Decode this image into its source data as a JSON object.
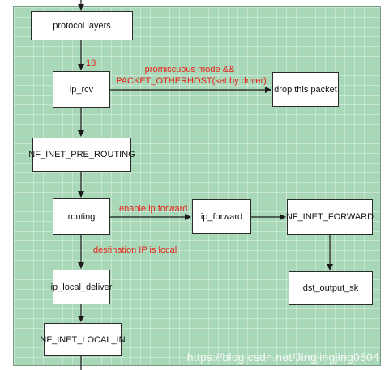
{
  "nodes": {
    "protocol_layers": "protocol layers",
    "ip_rcv": "ip_rcv",
    "drop_packet": "drop this packet",
    "nf_inet_pre_routing": "NF_INET_PRE_ROUTING",
    "routing": "routing",
    "ip_forward": "ip_forward",
    "nf_inet_forward": "NF_INET_FORWARD",
    "ip_local_deliver": "ip_local_deliver",
    "dst_output_sk": "dst_output_sk",
    "nf_inet_local_in": "NF_INET_LOCAL_IN"
  },
  "edge_labels": {
    "step_number": "18",
    "promiscuous_line1": "promiscuous mode &&",
    "promiscuous_line2": "PACKET_OTHERHOST(set by driver)",
    "enable_ip_forward": "enable ip forward",
    "destination_local": "destination IP is local"
  },
  "watermark": "https://blog.csdn.net/Jingjingjing0504",
  "colors": {
    "panel": "#a9d8b8",
    "label_red": "#e8211a",
    "line": "#1a1a1a"
  }
}
